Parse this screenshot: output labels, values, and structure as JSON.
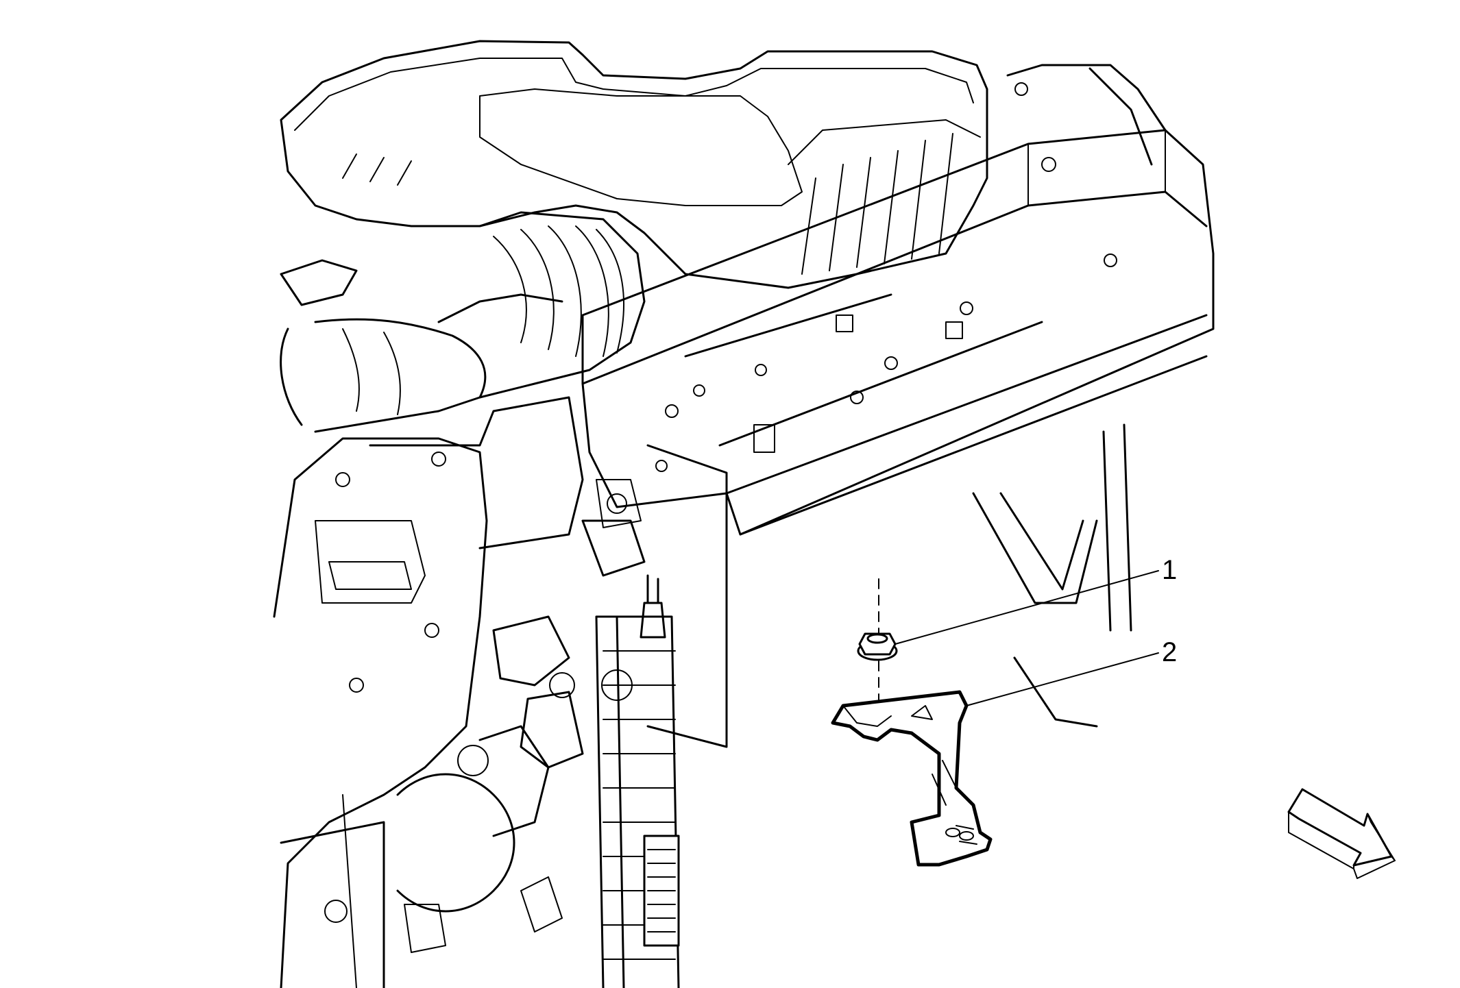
{
  "callouts": [
    {
      "id": "1",
      "label": "1"
    },
    {
      "id": "2",
      "label": "2"
    }
  ],
  "colors": {
    "line": "#000000",
    "background": "#ffffff"
  },
  "icons": {
    "view_arrow": "view-direction-arrow-icon"
  }
}
